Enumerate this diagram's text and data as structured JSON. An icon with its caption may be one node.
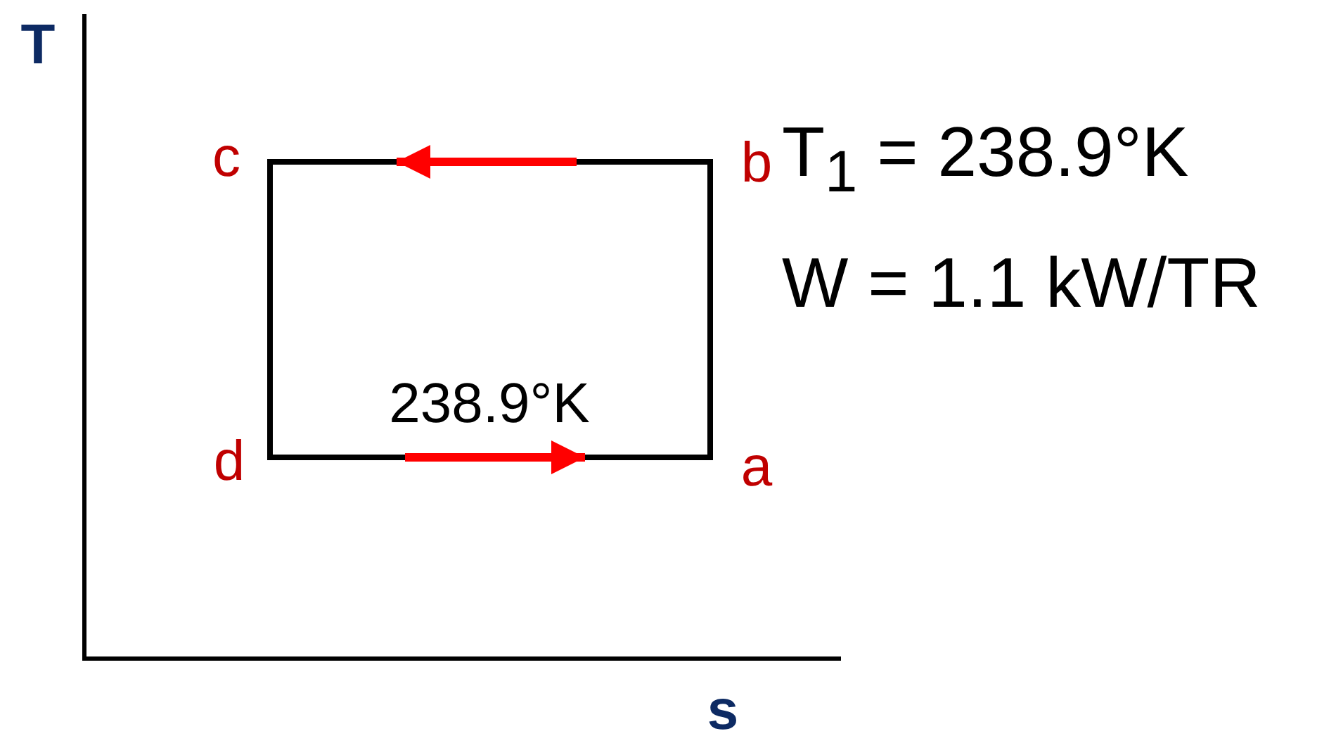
{
  "diagram": {
    "labels": [
      "T",
      "c",
      "b",
      "T$_{1}$ = 238.9°K",
      "W = 1.1 kW/TR",
      "238.9°K",
      "d",
      "a",
      "s"
    ]
  }
}
